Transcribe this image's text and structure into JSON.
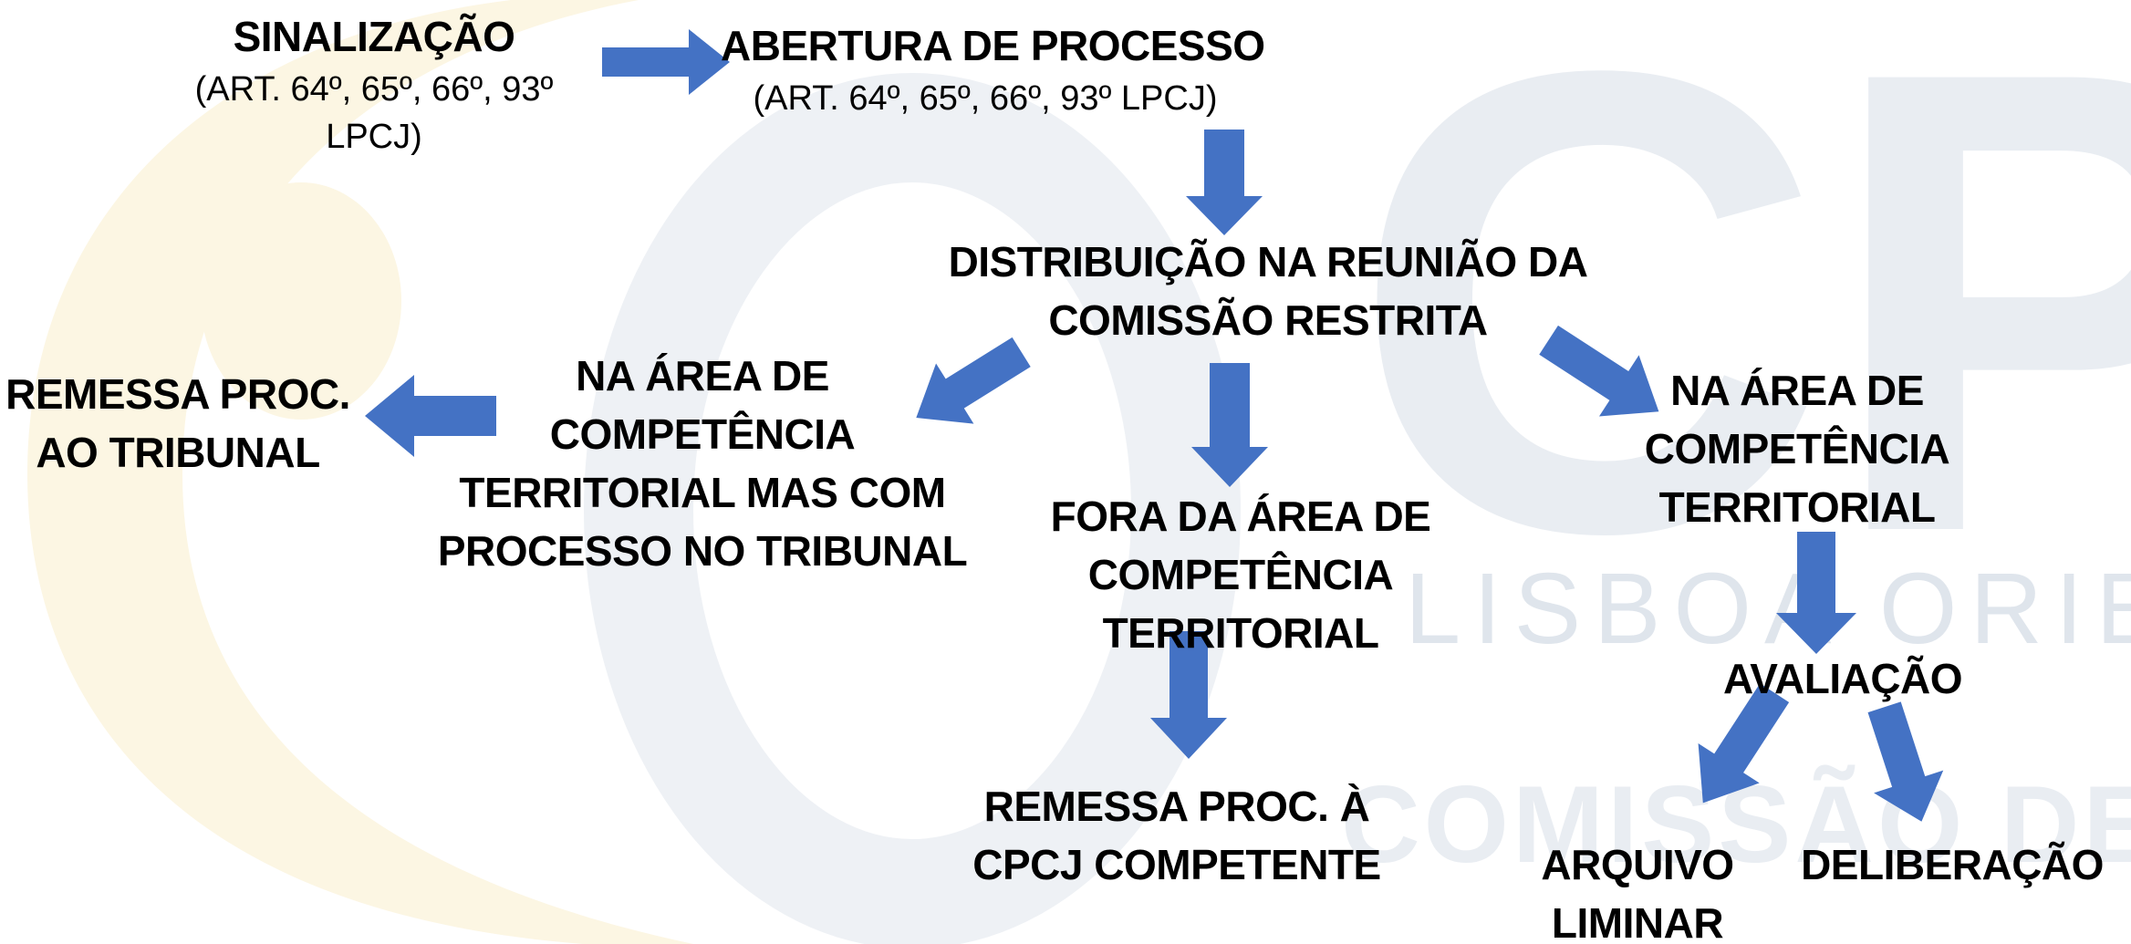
{
  "watermark": {
    "brand": "CPC",
    "line1": "LISBOA ORIENTAL",
    "line2": "COMISSÃO DE PROTEÇÃO",
    "colors": {
      "grey": "#e9edf2",
      "grey_dark": "#dfe5ec",
      "yellow": "#fcf6e3"
    }
  },
  "arrow_color": "#4472c4",
  "nodes": {
    "sinalizacao": {
      "title": "SINALIZAÇÃO",
      "sub_lines": [
        "(ART. 64º, 65º, 66º, 93º",
        "LPCJ)"
      ]
    },
    "abertura": {
      "title": "ABERTURA DE PROCESSO",
      "sub_lines": [
        "(ART. 64º, 65º, 66º,  93º LPCJ)"
      ]
    },
    "distribuicao": {
      "lines": [
        "DISTRIBUIÇÃO NA REUNIÃO DA",
        "COMISSÃO RESTRITA"
      ]
    },
    "remessa_tribunal": {
      "lines": [
        "REMESSA PROC.",
        "AO TRIBUNAL"
      ]
    },
    "area_tribunal": {
      "lines": [
        "NA ÁREA DE",
        "COMPETÊNCIA",
        "TERRITORIAL MAS COM",
        "PROCESSO NO TRIBUNAL"
      ]
    },
    "fora_area": {
      "lines": [
        "FORA DA ÁREA DE",
        "COMPETÊNCIA",
        "TERRITORIAL"
      ]
    },
    "remessa_cpcj": {
      "lines": [
        "REMESSA PROC. À",
        "CPCJ COMPETENTE"
      ]
    },
    "area_competencia": {
      "lines": [
        "NA ÁREA DE",
        "COMPETÊNCIA",
        "TERRITORIAL"
      ]
    },
    "avaliacao": {
      "lines": [
        "AVALIAÇÃO"
      ]
    },
    "arquivo": {
      "lines": [
        "ARQUIVO",
        "LIMINAR"
      ]
    },
    "deliberacao": {
      "lines": [
        "DELIBERAÇÃO"
      ]
    }
  }
}
